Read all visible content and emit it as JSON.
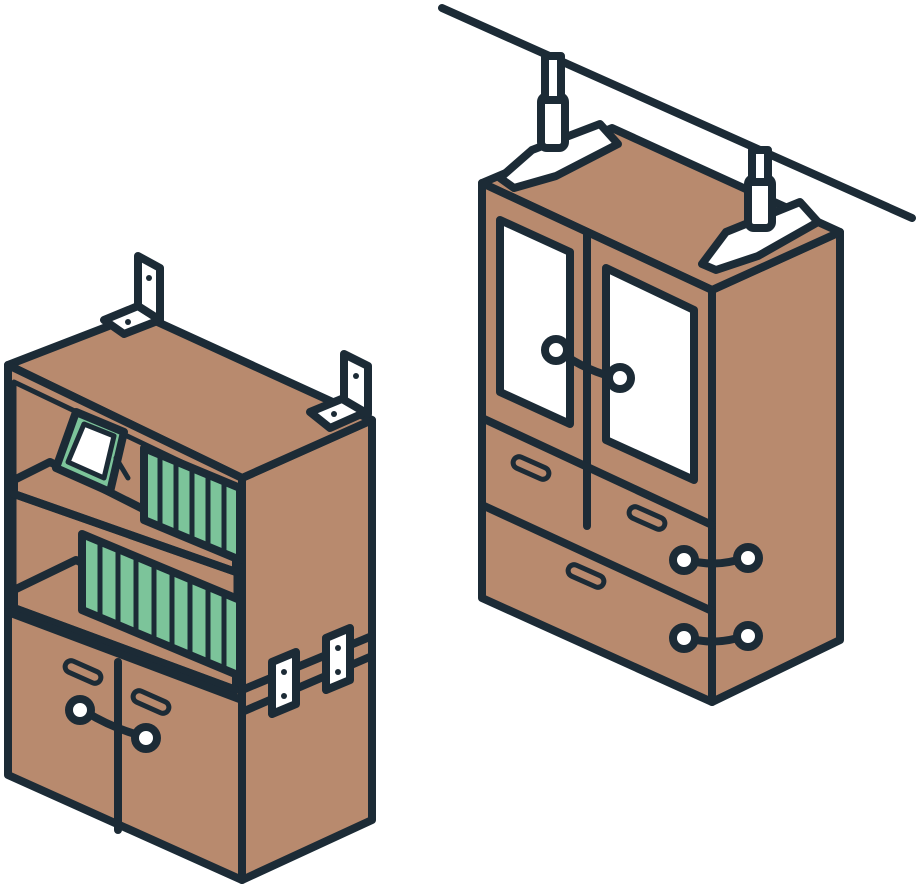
{
  "scene": {
    "subject": "",
    "colors": {
      "wood": "#b88a6e",
      "outline": "#1c2b36",
      "book": "#7cc49a",
      "glass": "#ffffff",
      "metal": "#ffffff",
      "background": "#ffffff"
    },
    "objects": [
      {
        "name": "bookshelf-cabinet",
        "icon": "bookshelf-icon"
      },
      {
        "name": "wardrobe-cabinet",
        "icon": "wardrobe-icon"
      },
      {
        "name": "ceiling-rail",
        "icon": "rail-icon"
      }
    ]
  }
}
